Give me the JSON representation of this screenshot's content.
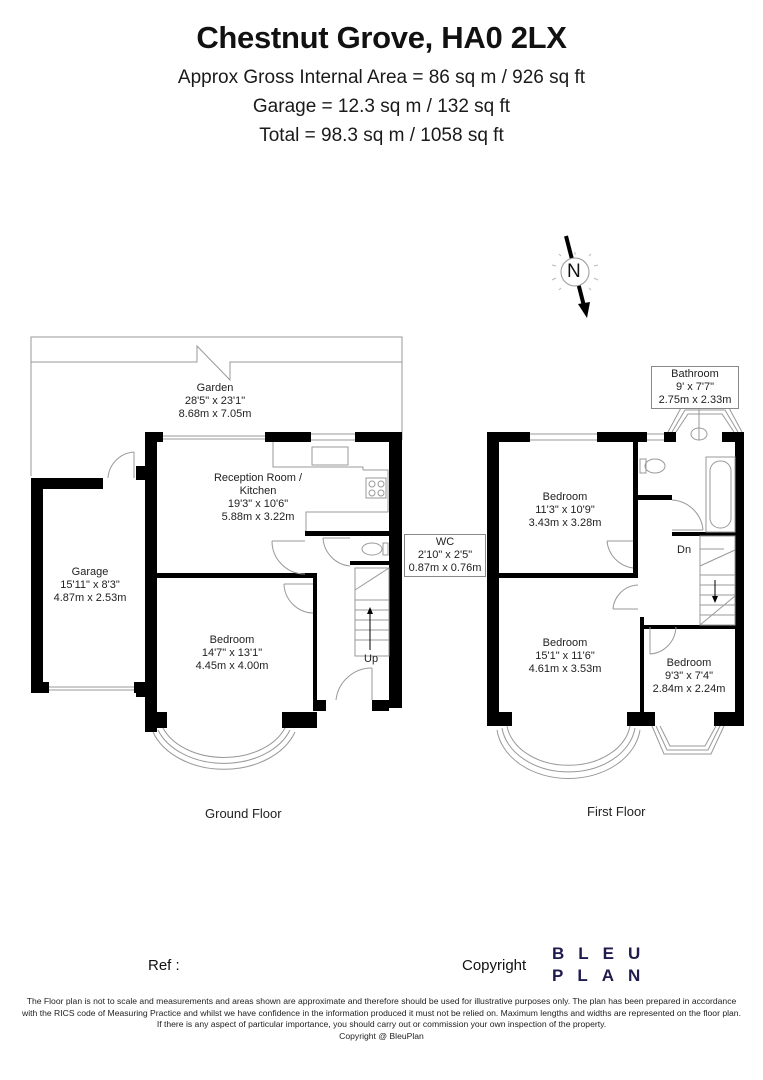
{
  "header": {
    "title": "Chestnut Grove, HA0 2LX",
    "gross_internal_area": "Approx Gross Internal Area = 86 sq m / 926 sq ft",
    "garage_area": "Garage = 12.3 sq m / 132 sq ft",
    "total_area": "Total = 98.3 sq m / 1058 sq ft"
  },
  "compass": {
    "icon": "north-arrow-icon",
    "label": "N"
  },
  "ground_floor": {
    "label": "Ground Floor",
    "rooms": [
      {
        "name": "Garden",
        "imperial": "28'5\" x 23'1\"",
        "metric": "8.68m x 7.05m"
      },
      {
        "name_line1": "Reception Room /",
        "name_line2": "Kitchen",
        "imperial": "19'3\" x 10'6\"",
        "metric": "5.88m x 3.22m"
      },
      {
        "name": "Garage",
        "imperial": "15'11\" x 8'3\"",
        "metric": "4.87m x 2.53m"
      },
      {
        "name": "WC",
        "imperial": "2'10\" x 2'5\"",
        "metric": "0.87m x 0.76m"
      },
      {
        "name": "Bedroom",
        "imperial": "14'7\" x 13'1\"",
        "metric": "4.45m x 4.00m"
      }
    ],
    "stairs_label": "Up"
  },
  "first_floor": {
    "label": "First Floor",
    "rooms": [
      {
        "name": "Bathroom",
        "imperial": "9' x 7'7\"",
        "metric": "2.75m x 2.33m"
      },
      {
        "name": "Bedroom",
        "imperial": "11'3\" x 10'9\"",
        "metric": "3.43m x 3.28m"
      },
      {
        "name": "Bedroom",
        "imperial": "15'1\" x 11'6\"",
        "metric": "4.61m x 3.53m"
      },
      {
        "name": "Bedroom",
        "imperial": "9'3\" x 7'4\"",
        "metric": "2.84m x 2.24m"
      }
    ],
    "stairs_label": "Dn"
  },
  "footer": {
    "ref_label": "Ref  :",
    "copyright_label": "Copyright",
    "logo_line1": "BLEU",
    "logo_line2": "PLAN",
    "logo_color": "#1f1b4d",
    "disclaimer": [
      "The Floor plan is not to scale and measurements and areas shown are approximate and therefore should be used for illustrative purposes only. The plan has been prepared in accordance",
      "with the RICS code of Measuring Practice and whilst we have confidence in the information produced it must not be relied on. Maximum lengths and widths are represented on the floor plan.",
      "If there is any aspect of particular importance, you should carry out or commission your own inspection of the property.",
      "Copyright @ BleuPlan"
    ]
  }
}
